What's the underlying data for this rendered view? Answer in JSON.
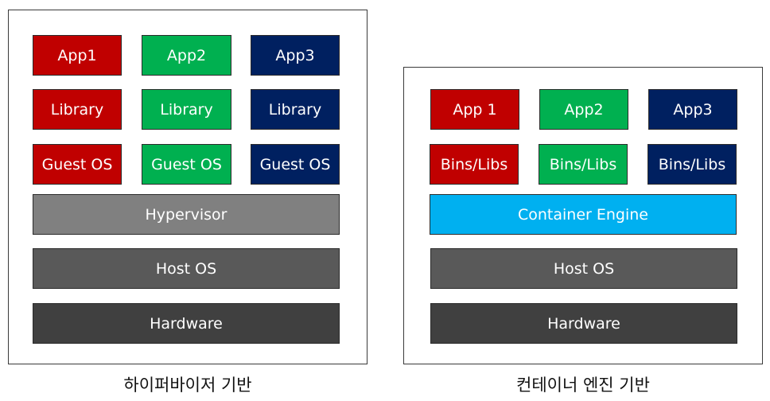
{
  "colors": {
    "red": "#C00000",
    "green": "#00B050",
    "navy": "#002060",
    "hypervisor": "#808080",
    "host_os": "#595959",
    "hardware": "#404040",
    "container_engine": "#00B0F0"
  },
  "vm": {
    "caption": "하이퍼바이저 기반",
    "apps": [
      "App1",
      "App2",
      "App3"
    ],
    "libs": [
      "Library",
      "Library",
      "Library"
    ],
    "guest_os": [
      "Guest OS",
      "Guest OS",
      "Guest OS"
    ],
    "hypervisor": "Hypervisor",
    "host_os": "Host OS",
    "hardware": "Hardware"
  },
  "container": {
    "caption": "컨테이너 엔진 기반",
    "apps": [
      "App 1",
      "App2",
      "App3"
    ],
    "bins": [
      "Bins/Libs",
      "Bins/Libs",
      "Bins/Libs"
    ],
    "engine": "Container Engine",
    "host_os": "Host OS",
    "hardware": "Hardware"
  }
}
